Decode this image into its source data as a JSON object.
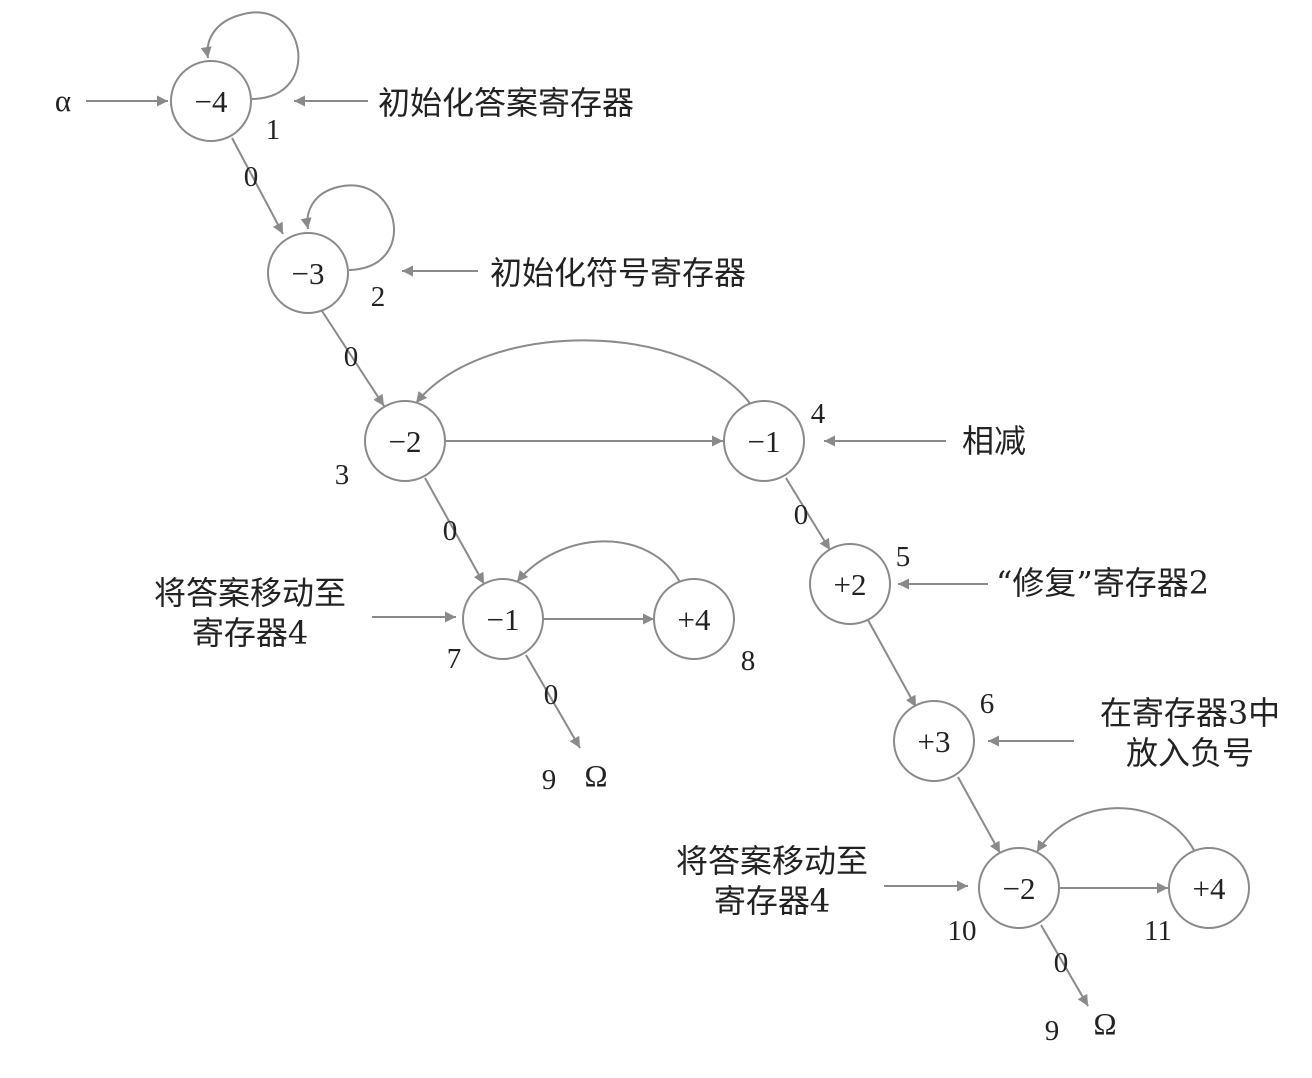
{
  "nodes": [
    {
      "id": "n1",
      "value": "−4",
      "number": "1"
    },
    {
      "id": "n2",
      "value": "−3",
      "number": "2"
    },
    {
      "id": "n3",
      "value": "−2",
      "number": "3"
    },
    {
      "id": "n4",
      "value": "−1",
      "number": "4"
    },
    {
      "id": "n5",
      "value": "+2",
      "number": "5"
    },
    {
      "id": "n6",
      "value": "+3",
      "number": "6"
    },
    {
      "id": "n7",
      "value": "−1",
      "number": "7"
    },
    {
      "id": "n8",
      "value": "+4",
      "number": "8"
    },
    {
      "id": "n10",
      "value": "−2",
      "number": "10"
    },
    {
      "id": "n11",
      "value": "+4",
      "number": "11"
    }
  ],
  "edge_labels": [
    "0",
    "0",
    "0",
    "0",
    "0",
    "0"
  ],
  "start_symbol": "α",
  "terminals": [
    {
      "number": "9",
      "symbol": "Ω"
    },
    {
      "number": "9",
      "symbol": "Ω"
    }
  ],
  "annotations": {
    "init_answer": "初始化答案寄存器",
    "init_sign": "初始化符号寄存器",
    "subtract": "相减",
    "fix_register": "“修复”寄存器2",
    "negate_line1": "在寄存器3中",
    "negate_line2": "放入负号",
    "move_a_line1": "将答案移动至",
    "move_a_line2": "寄存器4",
    "move_b_line1": "将答案移动至",
    "move_b_line2": "寄存器4"
  },
  "colors": {
    "stroke": "#8a8a8a",
    "text": "#222222"
  }
}
